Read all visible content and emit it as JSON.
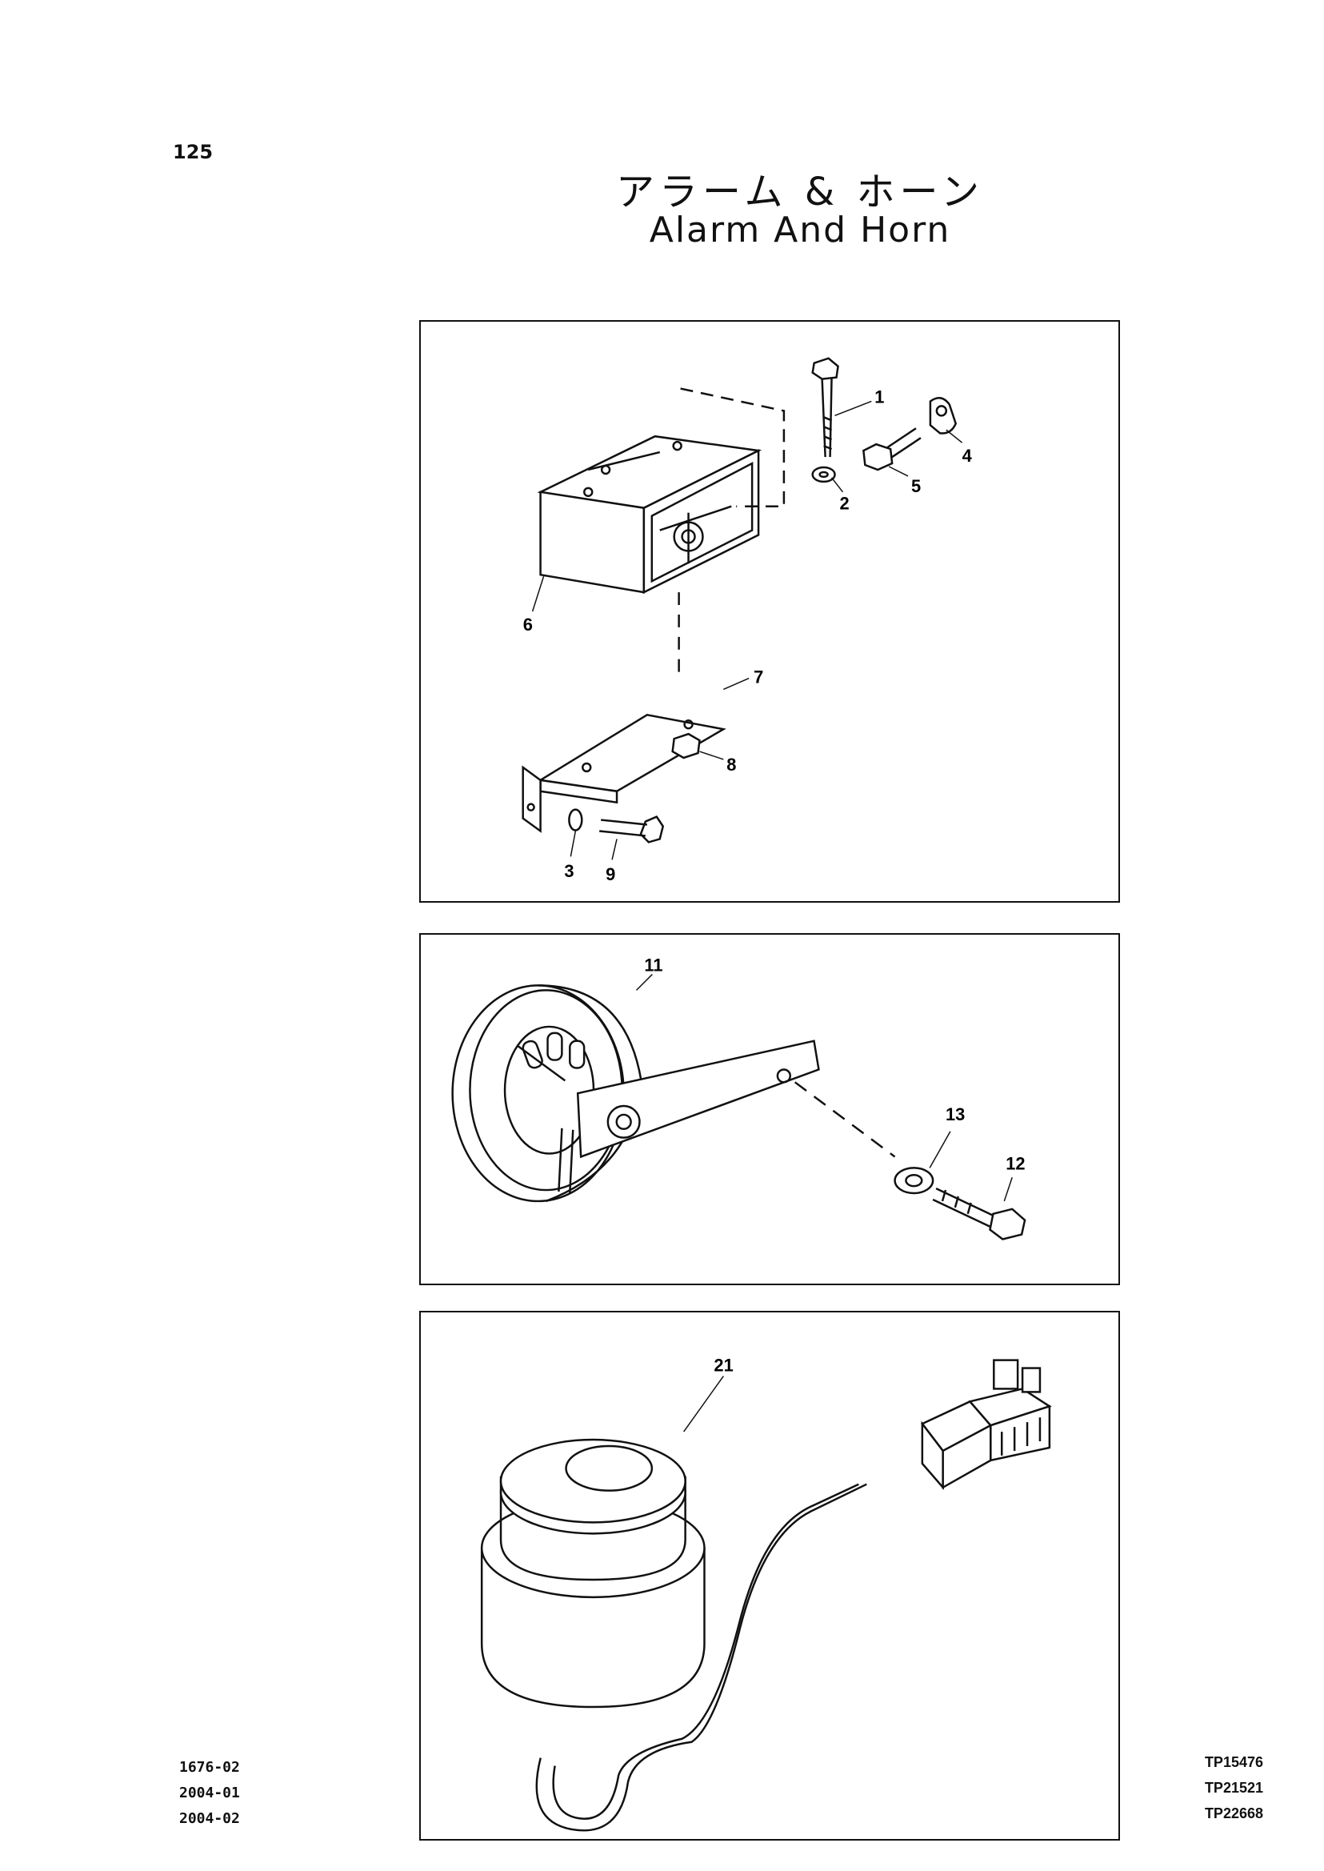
{
  "page": {
    "number": "125"
  },
  "title": {
    "japanese": "アラーム & ホーン",
    "english": "Alarm And Horn"
  },
  "panels": [
    {
      "callouts": [
        "1",
        "2",
        "4",
        "5",
        "6",
        "7",
        "8",
        "3",
        "9"
      ]
    },
    {
      "callouts": [
        "11",
        "13",
        "12"
      ]
    },
    {
      "callouts": [
        "21"
      ]
    }
  ],
  "footer": {
    "left_codes": [
      "1676-02",
      "2004-01",
      "2004-02"
    ],
    "right_codes": [
      "TP15476",
      "TP21521",
      "TP22668"
    ]
  }
}
